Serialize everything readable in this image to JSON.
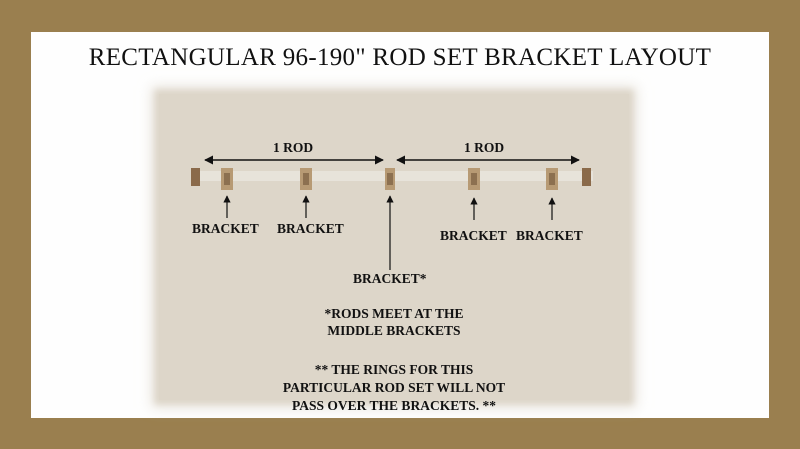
{
  "title": "RECTANGULAR 96-190\" ROD SET BRACKET LAYOUT",
  "rod_labels": [
    "1 ROD",
    "1 ROD"
  ],
  "bracket_labels": [
    "BRACKET",
    "BRACKET",
    "BRACKET*",
    "BRACKET",
    "BRACKET"
  ],
  "notes": {
    "meet_line1": "*RODS MEET AT THE",
    "meet_line2": "MIDDLE BRACKETS",
    "rings_line1": "** THE RINGS FOR THIS",
    "rings_line2": "PARTICULAR ROD SET WILL NOT",
    "rings_line3": "PASS OVER THE BRACKETS. **"
  },
  "colors": {
    "border": "#9a7f4f",
    "panel": "#ddd6c9",
    "bracket": "#b79a74",
    "finial": "#8a6a4a"
  }
}
